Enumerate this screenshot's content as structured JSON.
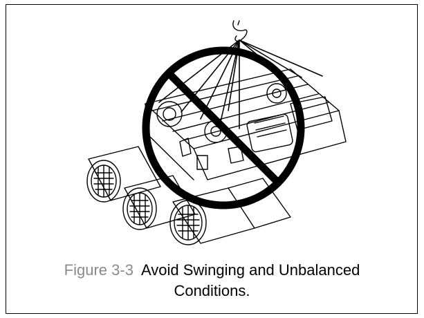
{
  "figure": {
    "number": "Figure 3-3",
    "title": "Avoid Swinging and Unbalanced Conditions.",
    "title_line1": "Avoid Swinging and Unbalanced",
    "title_line2": "Conditions."
  },
  "colors": {
    "ink": "#000000",
    "figure_number": "#8a8a8a",
    "background": "#ffffff"
  },
  "icons": {
    "prohibition": "prohibition-sign-icon",
    "machine": "motor-assembly-drawing"
  }
}
